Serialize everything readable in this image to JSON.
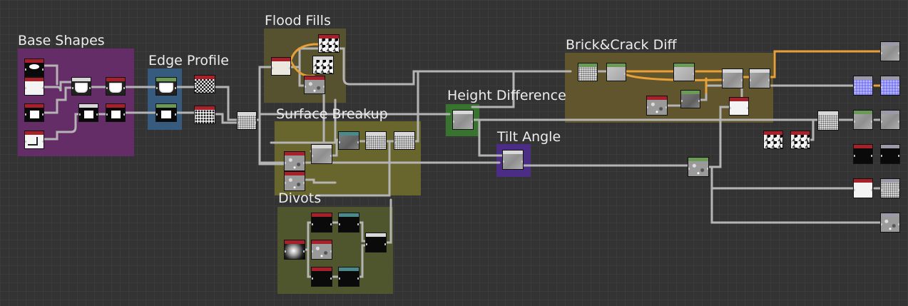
{
  "colors": {
    "canvas": "#333333",
    "wire": "#b4b4b4",
    "wire_selected": "#e8a038",
    "header_red": "#a8202a",
    "header_green": "#6a9a54",
    "header_teal": "#4a8a8a",
    "header_white": "#d8d8d8",
    "header_gray": "#9a9aa8"
  },
  "frames": [
    {
      "name": "frame-base-shapes",
      "title": "Base Shapes",
      "color": "#6a2c6e"
    },
    {
      "name": "frame-edge-profile",
      "title": "Edge Profile",
      "color": "#365f86"
    },
    {
      "name": "frame-flood-fills",
      "title": "Flood Fills",
      "color": "#5a5530"
    },
    {
      "name": "frame-surface-breakup",
      "title": "Surface Breakup",
      "color": "#6e6a2c"
    },
    {
      "name": "frame-divots",
      "title": "Divots",
      "color": "#525a2c"
    },
    {
      "name": "frame-height-difference",
      "title": "Height Difference",
      "color": "#3a7a30"
    },
    {
      "name": "frame-tilt-angle",
      "title": "Tilt Angle",
      "color": "#4e2c8e"
    },
    {
      "name": "frame-brick-crack-diff",
      "title": "Brick&Crack Diff",
      "color": "#66592e"
    }
  ]
}
